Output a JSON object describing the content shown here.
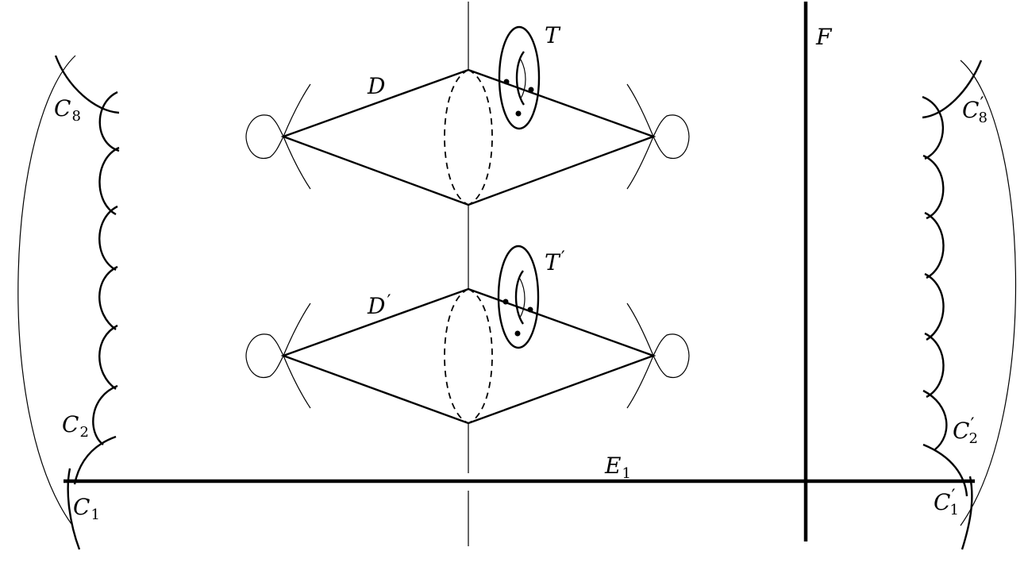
{
  "labels": {
    "D": {
      "base": "D",
      "prime": ""
    },
    "D_prime": {
      "base": "D",
      "prime": "′"
    },
    "T": {
      "base": "T",
      "prime": ""
    },
    "T_prime": {
      "base": "T",
      "prime": "′"
    },
    "F": {
      "base": "F"
    },
    "E1": {
      "base": "E",
      "sub": "1"
    },
    "C8": {
      "base": "C",
      "sub": "8"
    },
    "C2": {
      "base": "C",
      "sub": "2"
    },
    "C1": {
      "base": "C",
      "sub": "1"
    },
    "C8_prime": {
      "base": "C",
      "sub": "8",
      "prime": "′"
    },
    "C2_prime": {
      "base": "C",
      "sub": "2",
      "prime": "′"
    },
    "C1_prime": {
      "base": "C",
      "sub": "1",
      "prime": "′"
    }
  }
}
